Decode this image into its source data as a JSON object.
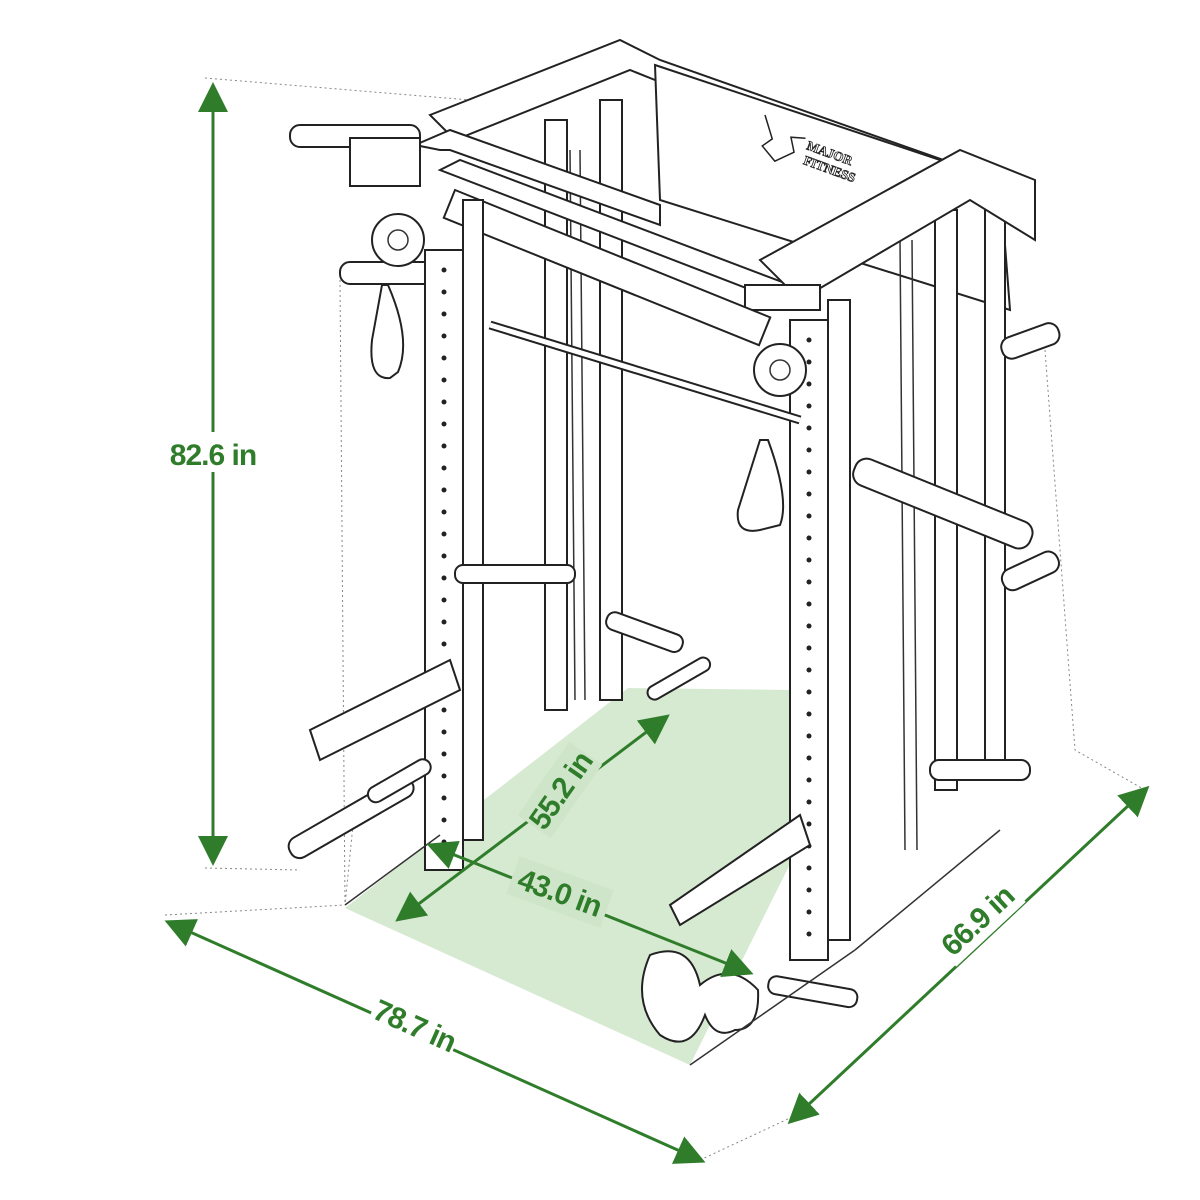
{
  "product": {
    "brand_logo_text": [
      "MAJOR",
      "FITNESS"
    ]
  },
  "dimensions": {
    "height": "82.6 in",
    "width": "78.7 in",
    "depth": "66.9 in",
    "inner_depth": "55.2 in",
    "inner_width": "43.0 in"
  },
  "colors": {
    "dimension": "#2f7d2a",
    "floor_highlight": "#cfe5c9"
  }
}
